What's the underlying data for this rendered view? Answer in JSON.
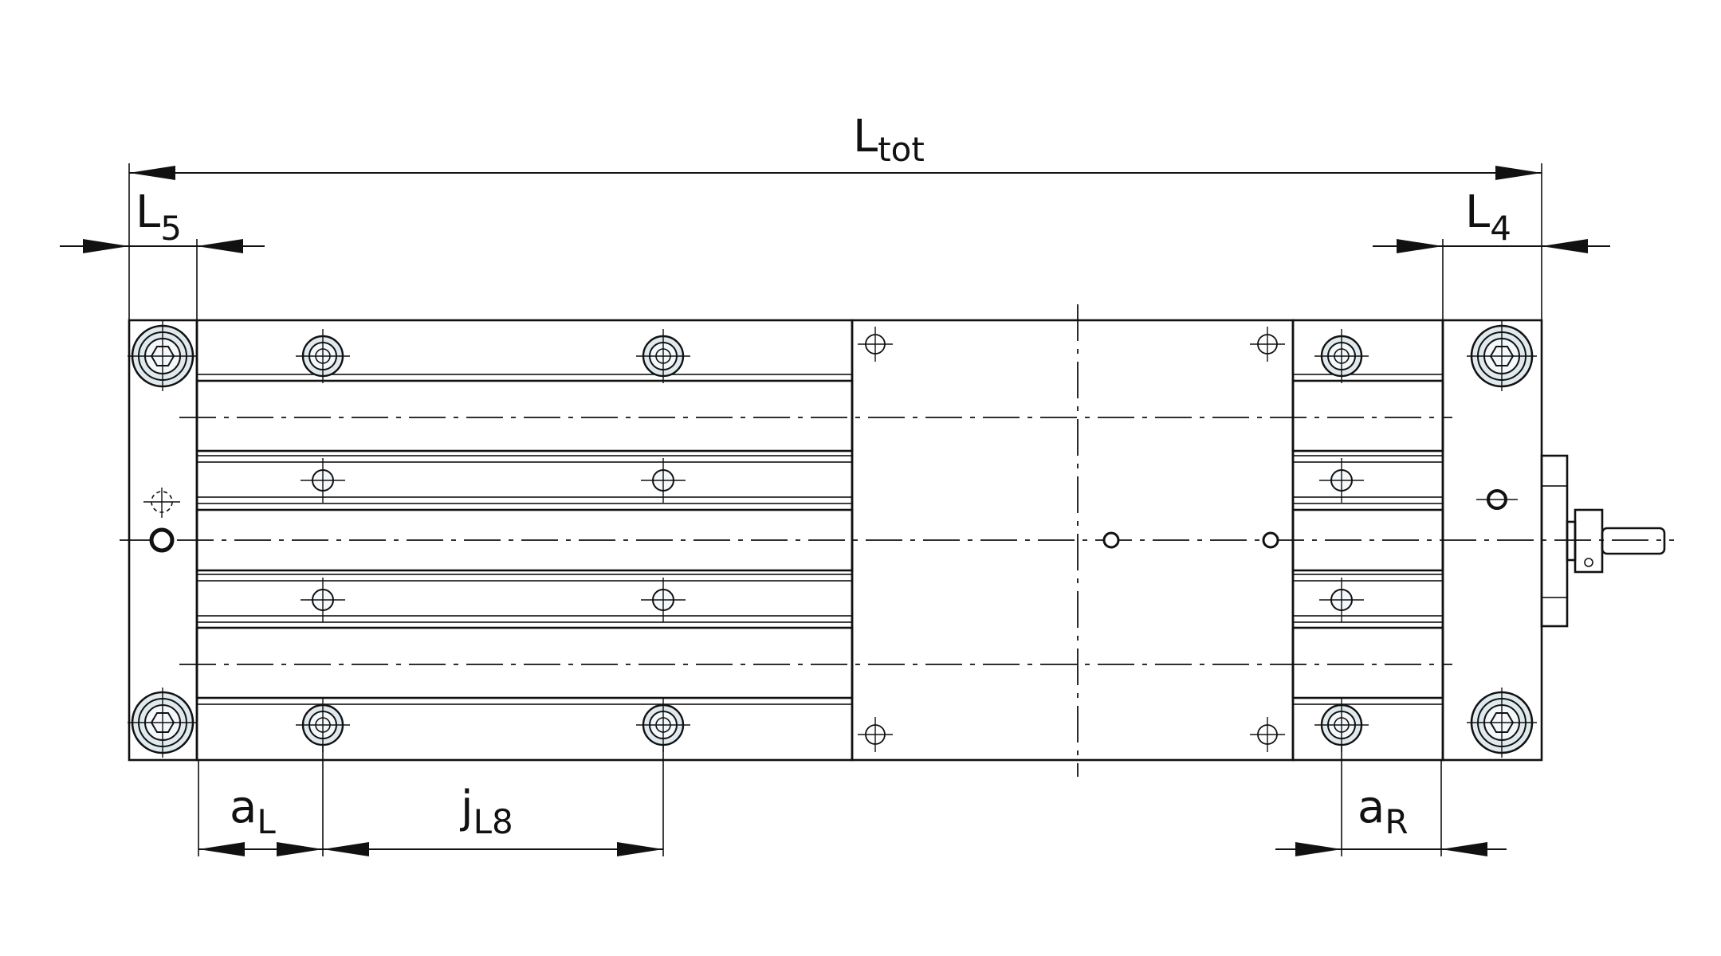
{
  "labels": {
    "total_length": {
      "main": "L",
      "sub": "tot"
    },
    "left_end": {
      "main": "L",
      "sub": "5"
    },
    "right_end": {
      "main": "L",
      "sub": "4"
    },
    "left_offset": {
      "main": "a",
      "sub": "L"
    },
    "hole_spacing": {
      "main": "j",
      "sub": "L8"
    },
    "right_offset": {
      "main": "a",
      "sub": "R"
    }
  },
  "colors": {
    "line": "#111111",
    "metal_light": "#f4f8fa",
    "metal_mid": "#dbe8ee",
    "metal_dark": "#b9cdd6"
  }
}
